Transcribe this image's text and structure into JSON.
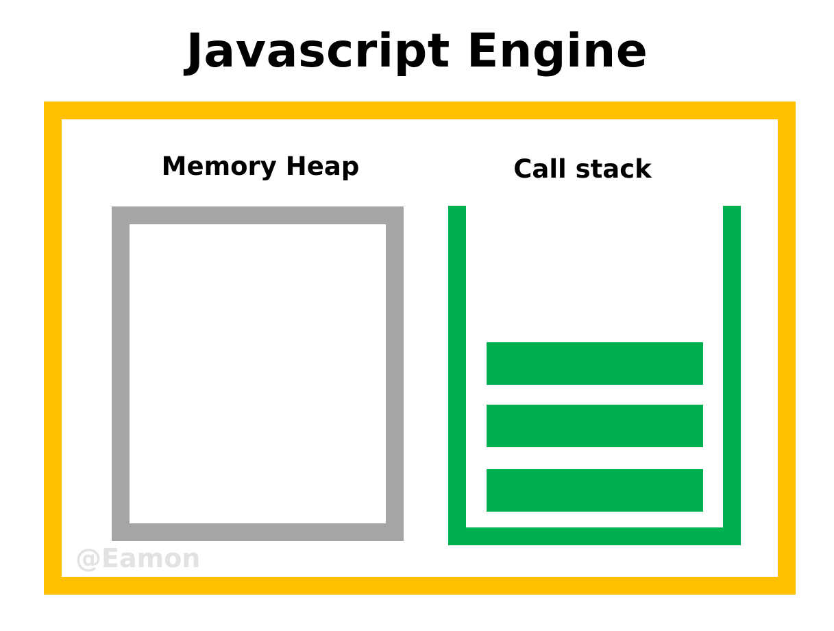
{
  "title": "Javascript Engine",
  "memory_heap": {
    "label": "Memory Heap"
  },
  "call_stack": {
    "label": "Call stack",
    "frame_count": 3
  },
  "watermark": "@Eamon",
  "colors": {
    "engine_border": "#ffc000",
    "heap_border": "#a5a5a5",
    "stack": "#00b050",
    "watermark": "#e2e2e2"
  }
}
